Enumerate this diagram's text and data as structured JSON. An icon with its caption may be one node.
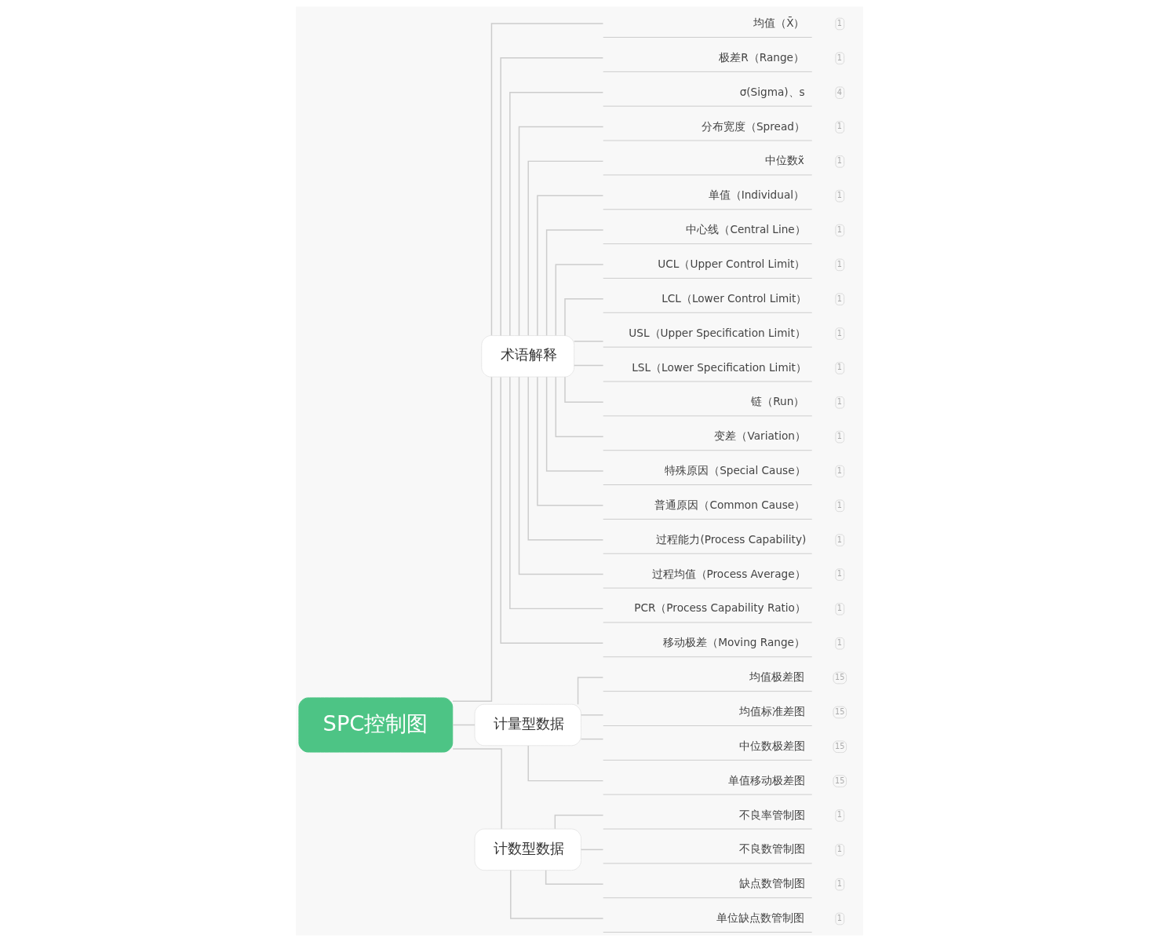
{
  "diagram": {
    "nodes": [
      {
        "text": [
          "SPC控制图"
        ]
      },
      {
        "text": [
          "术语解释"
        ]
      },
      {
        "text": [
          "均值（X̄）"
        ],
        "beside": [
          "1"
        ]
      },
      {
        "text": [
          "极差R（Range）"
        ],
        "beside": [
          "1"
        ]
      },
      {
        "text": [
          "σ(Sigma)、s"
        ],
        "beside": [
          "4"
        ]
      },
      {
        "text": [
          "分布宽度（Spread）"
        ],
        "beside": [
          "1"
        ]
      },
      {
        "text": [
          "中位数x̃"
        ],
        "beside": [
          "1"
        ]
      },
      {
        "text": [
          "单值（Individual）"
        ],
        "beside": [
          "1"
        ]
      },
      {
        "text": [
          "中心线（Central Line）"
        ],
        "beside": [
          "1"
        ]
      },
      {
        "text": [
          "UCL（Upper Control Limit）"
        ],
        "beside": [
          "1"
        ]
      },
      {
        "text": [
          "LCL（Lower Control Limit）"
        ],
        "beside": [
          "1"
        ]
      },
      {
        "text": [
          "USL（Upper Specification Limit）"
        ],
        "beside": [
          "1"
        ]
      },
      {
        "text": [
          "LSL（Lower Specification Limit）"
        ],
        "beside": [
          "1"
        ]
      },
      {
        "text": [
          "链（Run）"
        ],
        "beside": [
          "1"
        ]
      },
      {
        "text": [
          "变差（Variation）"
        ],
        "beside": [
          "1"
        ]
      },
      {
        "text": [
          "特殊原因（Special Cause）"
        ],
        "beside": [
          "1"
        ]
      },
      {
        "text": [
          "普通原因（Common Cause）"
        ],
        "beside": [
          "1"
        ]
      },
      {
        "text": [
          "过程能力(Process Capability)"
        ],
        "beside": [
          "1"
        ]
      },
      {
        "text": [
          "过程均值（Process Average）"
        ],
        "beside": [
          "1"
        ]
      },
      {
        "text": [
          "PCR（Process Capability Ratio）"
        ],
        "beside": [
          "1"
        ]
      },
      {
        "text": [
          "移动极差（Moving Range）"
        ],
        "beside": [
          "1"
        ]
      },
      {
        "text": [
          "计量型数据"
        ]
      },
      {
        "text": [
          "均值极差图"
        ],
        "beside": [
          "15"
        ]
      },
      {
        "text": [
          "均值标准差图"
        ],
        "beside": [
          "15"
        ]
      },
      {
        "text": [
          "中位数极差图"
        ],
        "beside": [
          "15"
        ]
      },
      {
        "text": [
          "单值移动极差图"
        ],
        "beside": [
          "15"
        ]
      },
      {
        "text": [
          "计数型数据"
        ]
      },
      {
        "text": [
          "不良率管制图"
        ],
        "beside": [
          "1"
        ]
      },
      {
        "text": [
          "不良数管制图"
        ],
        "beside": [
          "1"
        ]
      },
      {
        "text": [
          "缺点数管制图"
        ],
        "beside": [
          "1"
        ]
      },
      {
        "text": [
          "单位缺点数管制图"
        ],
        "beside": [
          "1"
        ]
      }
    ],
    "edges": [
      {
        "from": 0,
        "to": 1,
        "arrow": "none"
      },
      {
        "from": 1,
        "to": 2,
        "arrow": "none"
      },
      {
        "from": 1,
        "to": 3,
        "arrow": "none"
      },
      {
        "from": 1,
        "to": 4,
        "arrow": "none"
      },
      {
        "from": 1,
        "to": 5,
        "arrow": "none"
      },
      {
        "from": 1,
        "to": 6,
        "arrow": "none"
      },
      {
        "from": 1,
        "to": 7,
        "arrow": "none"
      },
      {
        "from": 1,
        "to": 8,
        "arrow": "none"
      },
      {
        "from": 1,
        "to": 9,
        "arrow": "none"
      },
      {
        "from": 1,
        "to": 10,
        "arrow": "none"
      },
      {
        "from": 1,
        "to": 11,
        "arrow": "none"
      },
      {
        "from": 1,
        "to": 12,
        "arrow": "none"
      },
      {
        "from": 1,
        "to": 13,
        "arrow": "none"
      },
      {
        "from": 1,
        "to": 14,
        "arrow": "none"
      },
      {
        "from": 1,
        "to": 15,
        "arrow": "none"
      },
      {
        "from": 1,
        "to": 16,
        "arrow": "none"
      },
      {
        "from": 1,
        "to": 17,
        "arrow": "none"
      },
      {
        "from": 1,
        "to": 18,
        "arrow": "none"
      },
      {
        "from": 1,
        "to": 19,
        "arrow": "none"
      },
      {
        "from": 1,
        "to": 20,
        "arrow": "none"
      },
      {
        "from": 0,
        "to": 21,
        "arrow": "none"
      },
      {
        "from": 21,
        "to": 22,
        "arrow": "none"
      },
      {
        "from": 21,
        "to": 23,
        "arrow": "none"
      },
      {
        "from": 21,
        "to": 24,
        "arrow": "none"
      },
      {
        "from": 21,
        "to": 25,
        "arrow": "none"
      },
      {
        "from": 0,
        "to": 26,
        "arrow": "none"
      },
      {
        "from": 26,
        "to": 27,
        "arrow": "none"
      },
      {
        "from": 26,
        "to": 28,
        "arrow": "none"
      },
      {
        "from": 26,
        "to": 29,
        "arrow": "none"
      },
      {
        "from": 26,
        "to": 30,
        "arrow": "none"
      }
    ]
  }
}
